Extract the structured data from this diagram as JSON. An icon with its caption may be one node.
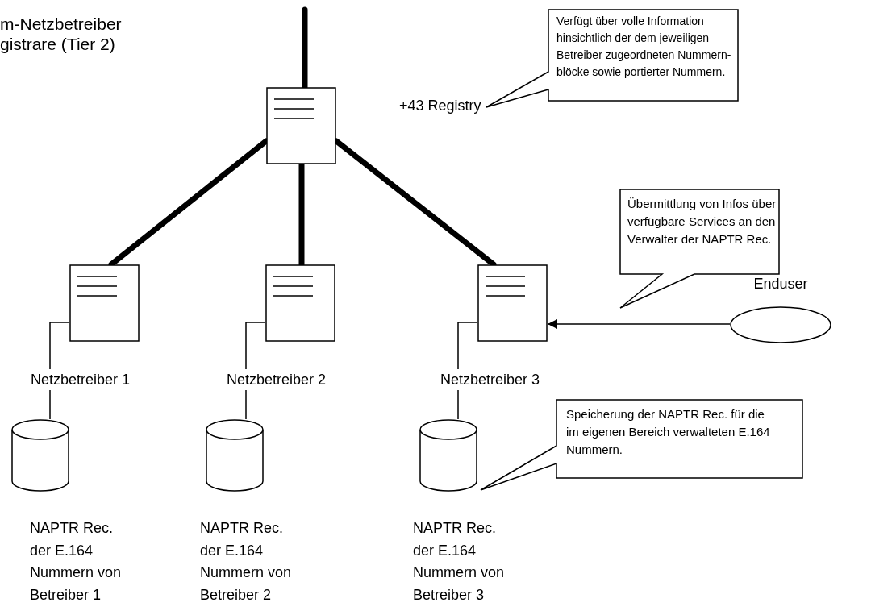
{
  "diagram": {
    "nodes": [
      {
        "text": [],
        "shape": "box"
      },
      {
        "text": [
          "+43 Registry"
        ]
      },
      {
        "text": [
          "Verfügt über volle Information hinsichtlich der dem jeweiligen Betreiber zugeordneten Nummern-blöcke sowie portierter Nummern."
        ]
      },
      {
        "text": [],
        "shape": "box"
      },
      {
        "text": [],
        "shape": "box"
      },
      {
        "text": [],
        "shape": "box"
      },
      {
        "text": [
          "Netzbetreiber 1"
        ]
      },
      {
        "text": [
          "Netzbetreiber 2"
        ]
      },
      {
        "text": [
          "Netzbetreiber 3"
        ]
      },
      {
        "text": [],
        "shape": "cylinder",
        "beside": [
          "NAPTR Rec. der E.164 Nummern von Betreiber 1"
        ]
      },
      {
        "text": [],
        "shape": "cylinder",
        "beside": [
          "NAPTR Rec. der E.164 Nummern von Betreiber 2"
        ]
      },
      {
        "text": [],
        "shape": "cylinder",
        "beside": [
          "NAPTR Rec. der E.164 Nummern von Betreiber 3"
        ]
      },
      {
        "text": [
          "Übermittlung von Infos über verfügbare Services an den Verwalter der NAPTR Rec."
        ]
      },
      {
        "text": [
          "Enduser"
        ]
      },
      {
        "text": [
          "Speicherung der NAPTR Rec. für die im eigenen Bereich verwalteten E.164 Nummern."
        ]
      }
    ],
    "edges": [
      {
        "from": null,
        "to": 0,
        "arrow": "none",
        "style": "thick"
      },
      {
        "from": 0,
        "to": 3,
        "arrow": "none",
        "style": "thick"
      },
      {
        "from": 0,
        "to": 4,
        "arrow": "none",
        "style": "thick"
      },
      {
        "from": 0,
        "to": 5,
        "arrow": "none",
        "style": "thick"
      },
      {
        "from": 3,
        "to": 6,
        "arrow": "none"
      },
      {
        "from": 6,
        "to": 9,
        "arrow": "none"
      },
      {
        "from": 4,
        "to": 7,
        "arrow": "none"
      },
      {
        "from": 7,
        "to": 10,
        "arrow": "none"
      },
      {
        "from": 5,
        "to": 8,
        "arrow": "none"
      },
      {
        "from": 8,
        "to": 11,
        "arrow": "none"
      },
      {
        "from": 13,
        "to": 5,
        "arrow": "to"
      }
    ],
    "labels": [
      "m-Netzbetreiber gistrare (Tier 2)"
    ]
  }
}
